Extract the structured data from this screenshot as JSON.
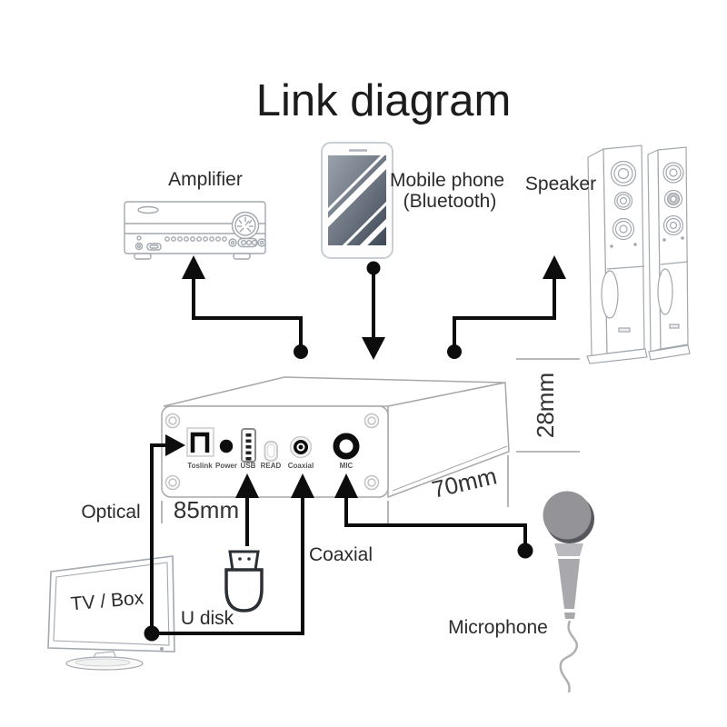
{
  "title": "Link diagram",
  "colors": {
    "ink": "#0d0d0d",
    "sketch_gray": "#a3a8ae",
    "text": "#2b2b2b",
    "phone_screen_start": "#9aa2ad",
    "phone_screen_end": "#3f4956",
    "mic_light": "#939398",
    "mic_dark": "#57575e"
  },
  "nodes": {
    "amplifier": {
      "label": "Amplifier"
    },
    "mobile_phone": {
      "label_line1": "Mobile phone",
      "label_line2": "(Bluetooth)"
    },
    "speaker": {
      "label": "Speaker"
    },
    "tv_box": {
      "label": "TV / Box"
    },
    "u_disk": {
      "label": "U disk"
    },
    "microphone": {
      "label": "Microphone"
    }
  },
  "connections": {
    "optical": {
      "label": "Optical"
    },
    "coaxial": {
      "label": "Coaxial"
    }
  },
  "device": {
    "ports": [
      {
        "label": "Toslink"
      },
      {
        "label": "Power"
      },
      {
        "label": "USB"
      },
      {
        "label": "READ"
      },
      {
        "label": "Coaxial"
      },
      {
        "label": "MIC"
      }
    ],
    "dimensions": {
      "width": "85mm",
      "depth": "70mm",
      "height": "28mm"
    }
  }
}
